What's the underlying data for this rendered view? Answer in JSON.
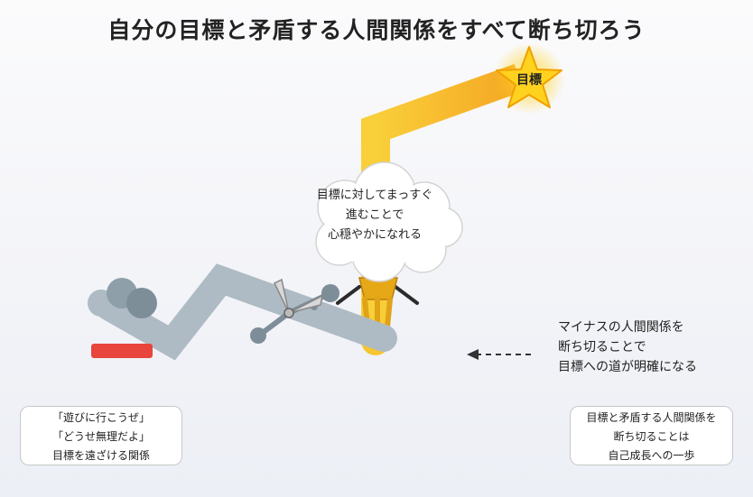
{
  "title": "自分の目標と矛盾する人間関係をすべて断ち切ろう",
  "goal": {
    "label": "目標"
  },
  "bubble": {
    "lines": [
      "目標に対してまっすぐ",
      "進むことで",
      "心穏やかになれる"
    ]
  },
  "minus_note": {
    "lines": [
      "マイナスの人間関係を",
      "断ち切ることで",
      "目標への道が明確になる"
    ]
  },
  "left_box": {
    "lines": [
      "「遊びに行こうぜ」",
      "「どうせ無理だよ」",
      "目標を遠ざける関係"
    ]
  },
  "right_box": {
    "lines": [
      "目標と矛盾する人間関係を",
      "断ち切ることは",
      "自己成長への一歩"
    ]
  },
  "colors": {
    "path_gold": "#f7c531",
    "path_orange": "#f5a623",
    "gray_path": "#aebbc4",
    "gray_dark": "#7d8e99",
    "red_bar": "#e8453c",
    "star": "#ffd21f",
    "arrow": "#333333"
  },
  "icons": {
    "goal": "star-icon",
    "cut": "scissors-icon",
    "thought": "cloud-bubble"
  }
}
